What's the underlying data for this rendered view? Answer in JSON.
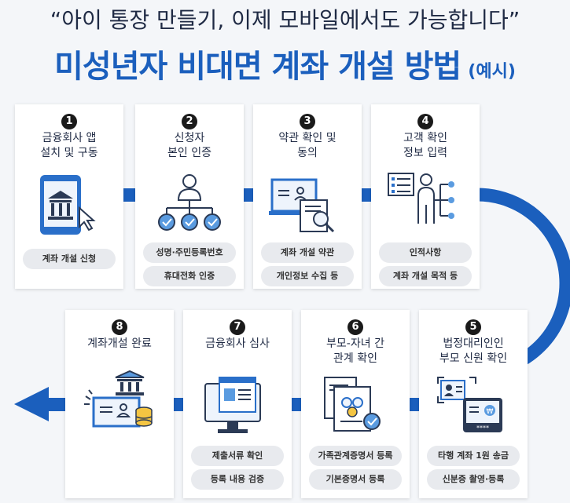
{
  "header": {
    "subtitle": "“아이 통장 만들기, 이제 모바일에서도 가능합니다”",
    "title": "미성년자 비대면 계좌 개설 방법",
    "title_suffix": "(예시)"
  },
  "steps": [
    {
      "num": "1",
      "lines": [
        "금융회사 앱",
        "설치 및 구동"
      ],
      "pills": [
        "계좌 개설 신청"
      ]
    },
    {
      "num": "2",
      "lines": [
        "신청자",
        "본인 인증"
      ],
      "pills": [
        "성명·주민등록번호",
        "휴대전화 인증"
      ]
    },
    {
      "num": "3",
      "lines": [
        "약관 확인 및",
        "동의"
      ],
      "pills": [
        "계좌 개설 약관",
        "개인정보 수집 등"
      ]
    },
    {
      "num": "4",
      "lines": [
        "고객 확인",
        "정보 입력"
      ],
      "pills": [
        "인적사항",
        "계좌 개설 목적 등"
      ]
    },
    {
      "num": "5",
      "lines": [
        "법정대리인인",
        "부모 신원 확인"
      ],
      "pills": [
        "타행 계좌 1원 송금",
        "신분증 촬영·등록"
      ]
    },
    {
      "num": "6",
      "lines": [
        "부모-자녀 간",
        "관계 확인"
      ],
      "pills": [
        "가족관계증명서 등록",
        "기본증명서 등록"
      ]
    },
    {
      "num": "7",
      "lines": [
        "금융회사 심사"
      ],
      "pills": [
        "제출서류 확인",
        "등록 내용 검증"
      ]
    },
    {
      "num": "8",
      "lines": [
        "계좌개설 완료"
      ],
      "pills": []
    }
  ],
  "icons": [
    "bank-app-icon",
    "identity-verification-icon",
    "terms-document-icon",
    "customer-info-icon",
    "id-card-icon",
    "family-certificate-icon",
    "document-review-icon",
    "account-complete-icon"
  ],
  "colors": {
    "accent": "#1b5fbd",
    "icon_blue": "#2a6fc9",
    "icon_dark": "#2b3a55",
    "pill_bg": "#e8eaee"
  }
}
